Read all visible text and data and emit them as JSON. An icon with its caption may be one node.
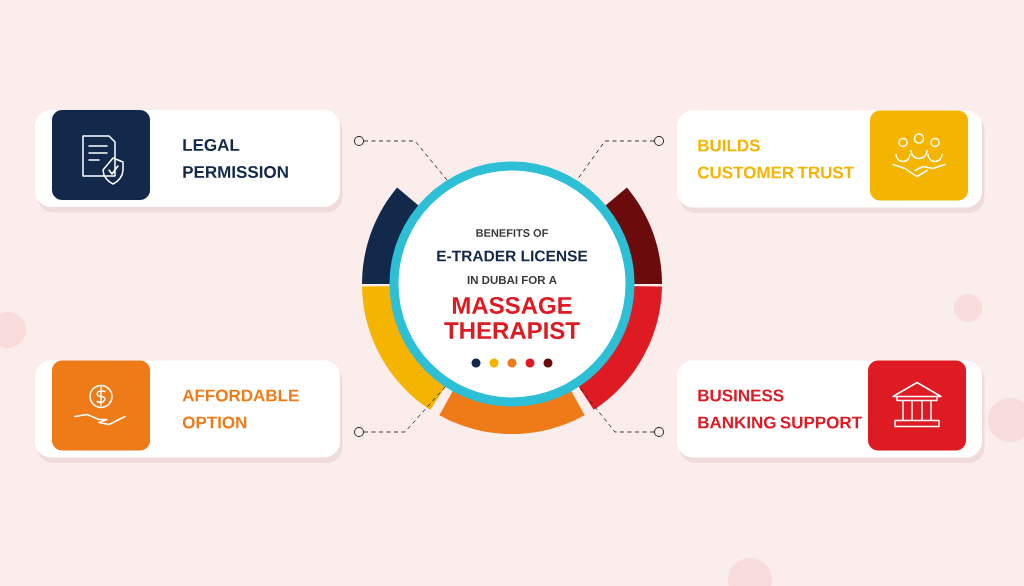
{
  "diagram": {
    "nodes": [
      {
        "text": [
          "BENEFITS OF",
          "E-TRADER LICENSE",
          "IN DUBAI FOR A",
          "MASSAGE THERAPIST"
        ]
      },
      {
        "text": [
          "LEGAL PERMISSION"
        ]
      },
      {
        "text": [
          "BUILDS CUSTOMER TRUST"
        ]
      },
      {
        "text": [
          "AFFORDABLE OPTION"
        ]
      },
      {
        "text": [
          "BUSINESS BANKING SUPPORT"
        ]
      },
      {
        "text": [],
        "shape": "circle"
      },
      {
        "text": [],
        "shape": "circle"
      },
      {
        "text": [],
        "shape": "circle"
      },
      {
        "text": [],
        "shape": "circle"
      }
    ],
    "edges": [
      {
        "from": 5,
        "to": 0,
        "arrow": "none",
        "style": "dashed"
      },
      {
        "from": 6,
        "to": 0,
        "arrow": "none",
        "style": "dashed"
      },
      {
        "from": 7,
        "to": 0,
        "arrow": "none",
        "style": "dashed"
      },
      {
        "from": 8,
        "to": 0,
        "arrow": "none",
        "style": "dashed"
      }
    ]
  }
}
